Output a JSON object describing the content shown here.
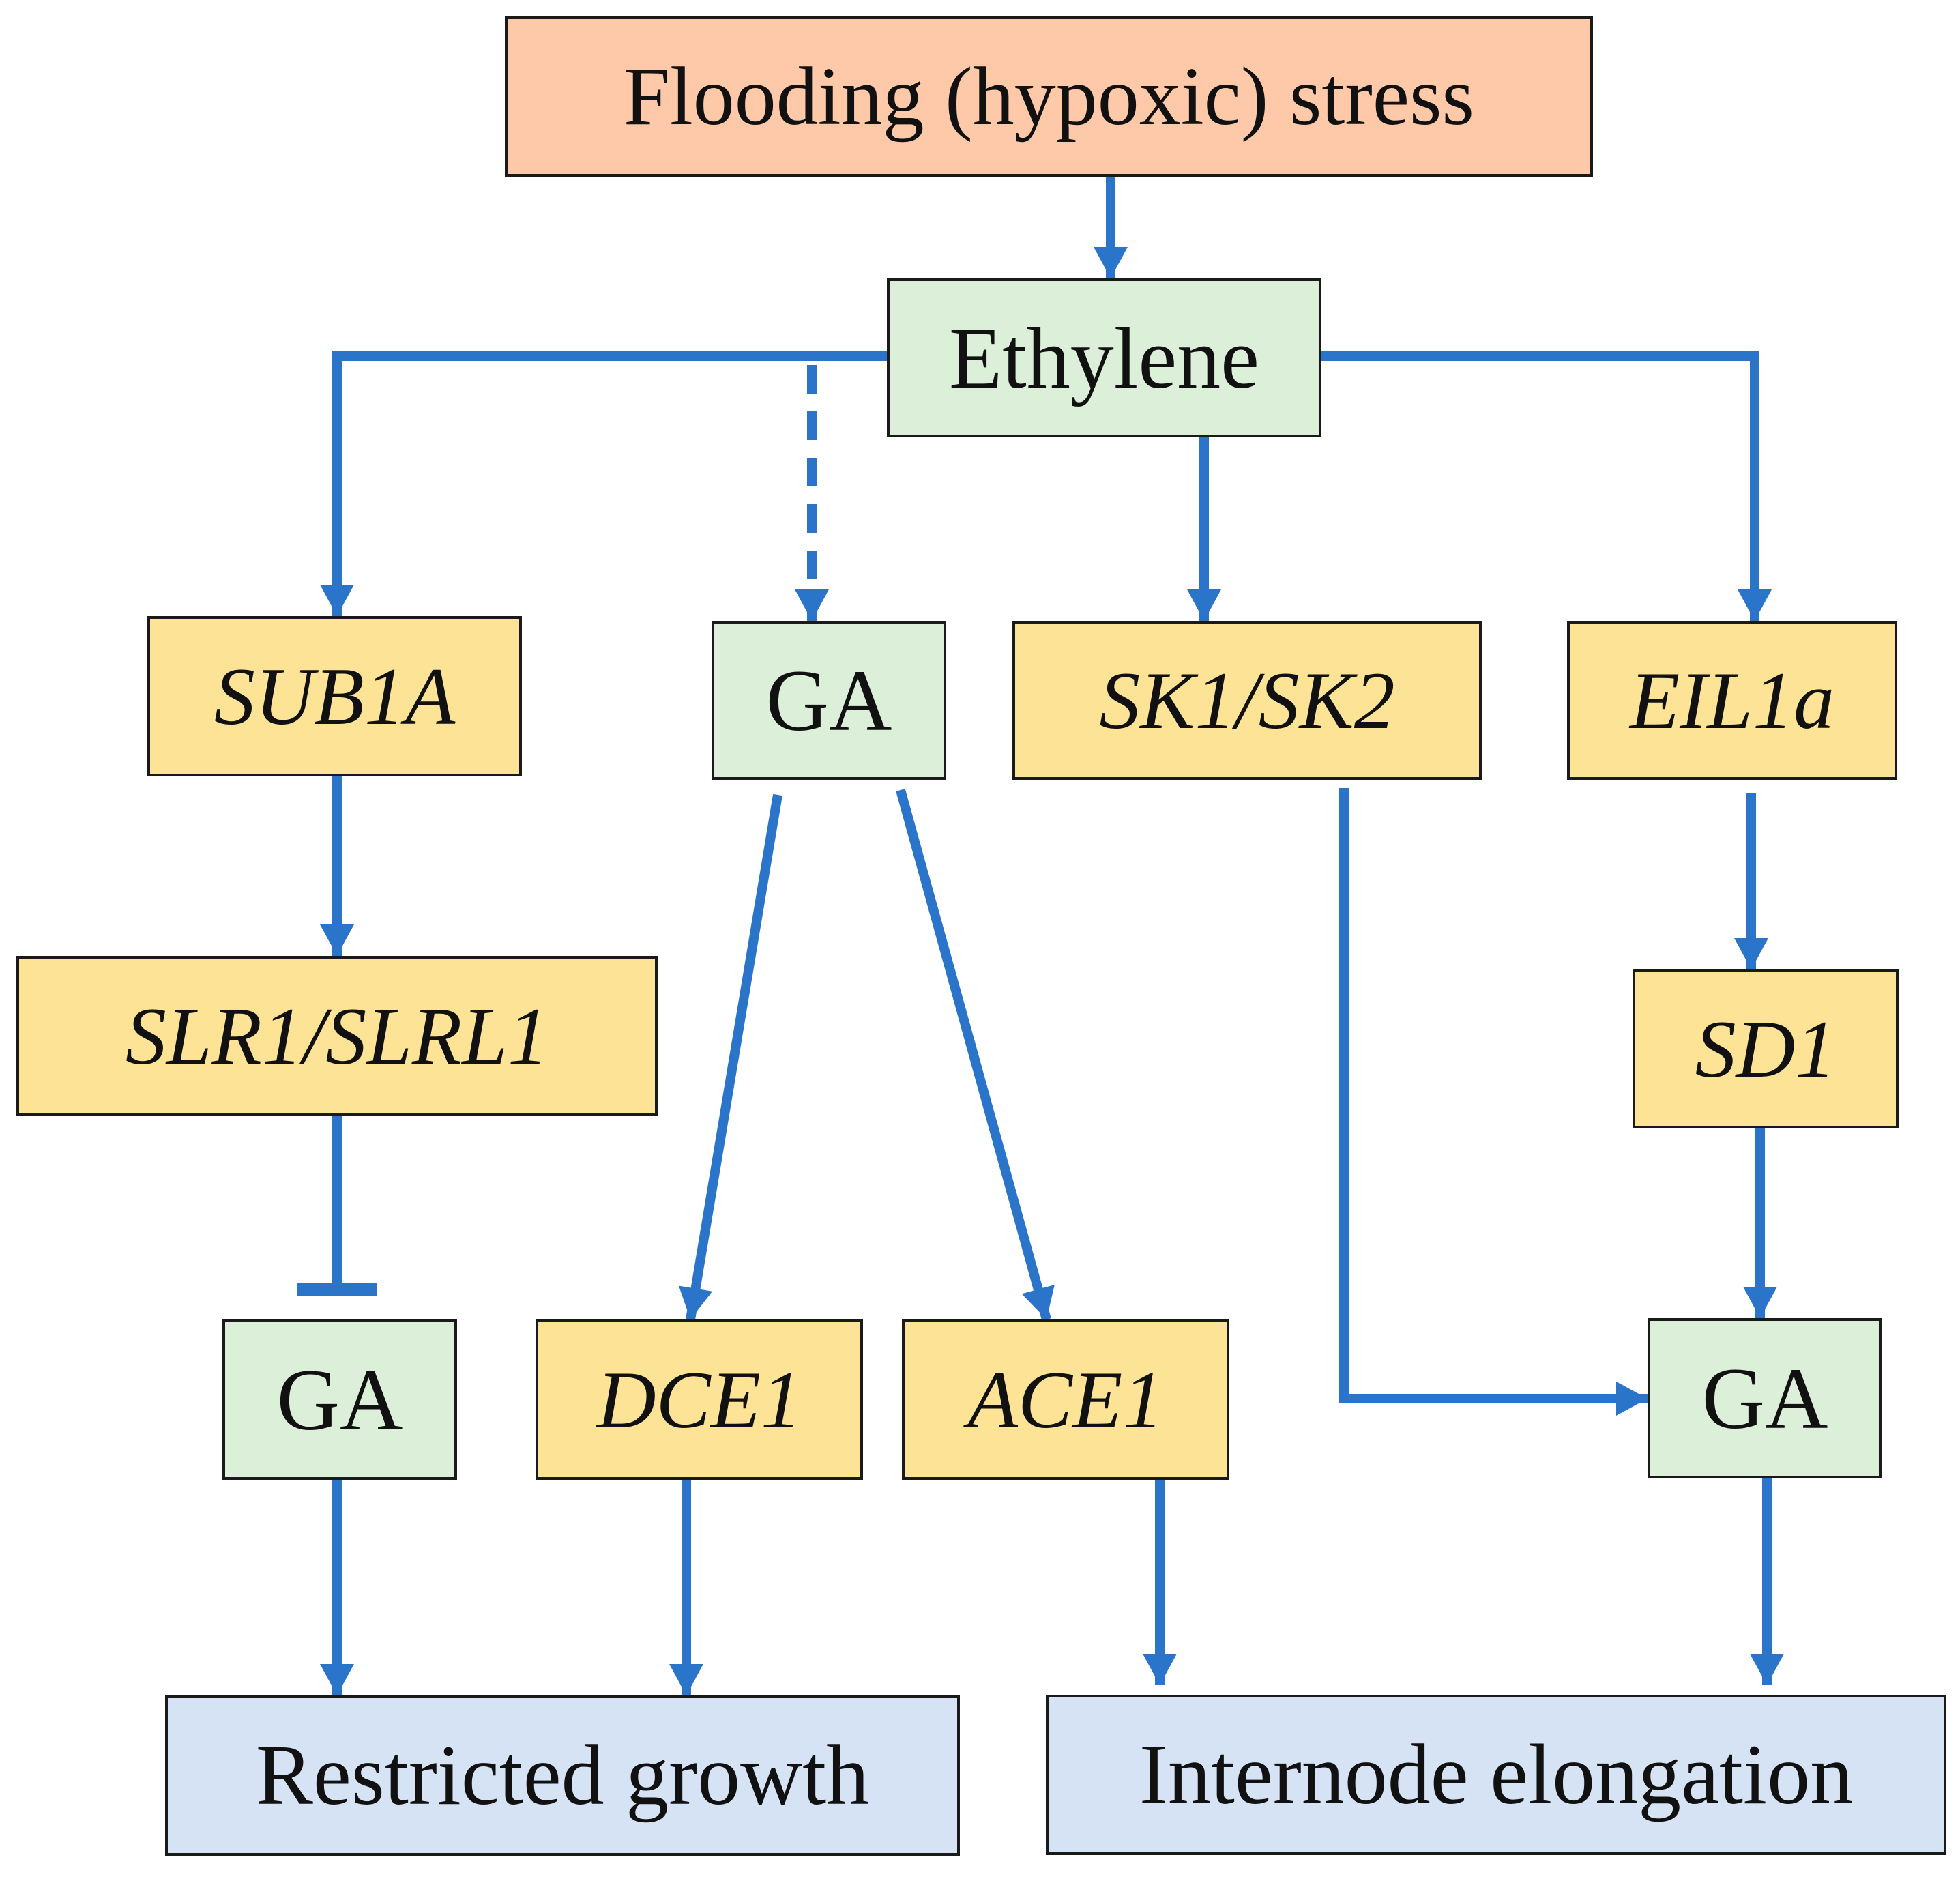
{
  "colors": {
    "stress": "#fdc9a8",
    "hormone": "#dcefd9",
    "gene": "#fde396",
    "outcome": "#d6e3f4",
    "arrow": "#2a74c9",
    "border": "#1a1a1a"
  },
  "nodes": {
    "stress": "Flooding (hypoxic) stress",
    "ethylene": "Ethylene",
    "sub1a": "SUB1A",
    "ga_mid": "GA",
    "sk": "SK1/SK2",
    "eil1a": "EIL1a",
    "slr": "SLR1/SLRL1",
    "sd1": "SD1",
    "ga_left": "GA",
    "dce1": "DCE1",
    "ace1": "ACE1",
    "ga_right": "GA",
    "restricted": "Restricted growth",
    "internode": "Internode elongation"
  },
  "edges": [
    {
      "from": "stress",
      "to": "ethylene",
      "type": "activates"
    },
    {
      "from": "ethylene",
      "to": "sub1a",
      "type": "activates"
    },
    {
      "from": "ethylene",
      "to": "ga_mid",
      "type": "activates-dashed"
    },
    {
      "from": "ethylene",
      "to": "sk",
      "type": "activates"
    },
    {
      "from": "ethylene",
      "to": "eil1a",
      "type": "activates"
    },
    {
      "from": "sub1a",
      "to": "slr",
      "type": "activates"
    },
    {
      "from": "slr",
      "to": "ga_left",
      "type": "inhibits"
    },
    {
      "from": "ga_mid",
      "to": "dce1",
      "type": "activates"
    },
    {
      "from": "ga_mid",
      "to": "ace1",
      "type": "activates"
    },
    {
      "from": "sk",
      "to": "ga_right",
      "type": "activates"
    },
    {
      "from": "eil1a",
      "to": "sd1",
      "type": "activates"
    },
    {
      "from": "sd1",
      "to": "ga_right",
      "type": "activates"
    },
    {
      "from": "ga_left",
      "to": "restricted",
      "type": "activates"
    },
    {
      "from": "dce1",
      "to": "restricted",
      "type": "activates"
    },
    {
      "from": "ace1",
      "to": "internode",
      "type": "activates"
    },
    {
      "from": "ga_right",
      "to": "internode",
      "type": "activates"
    }
  ]
}
